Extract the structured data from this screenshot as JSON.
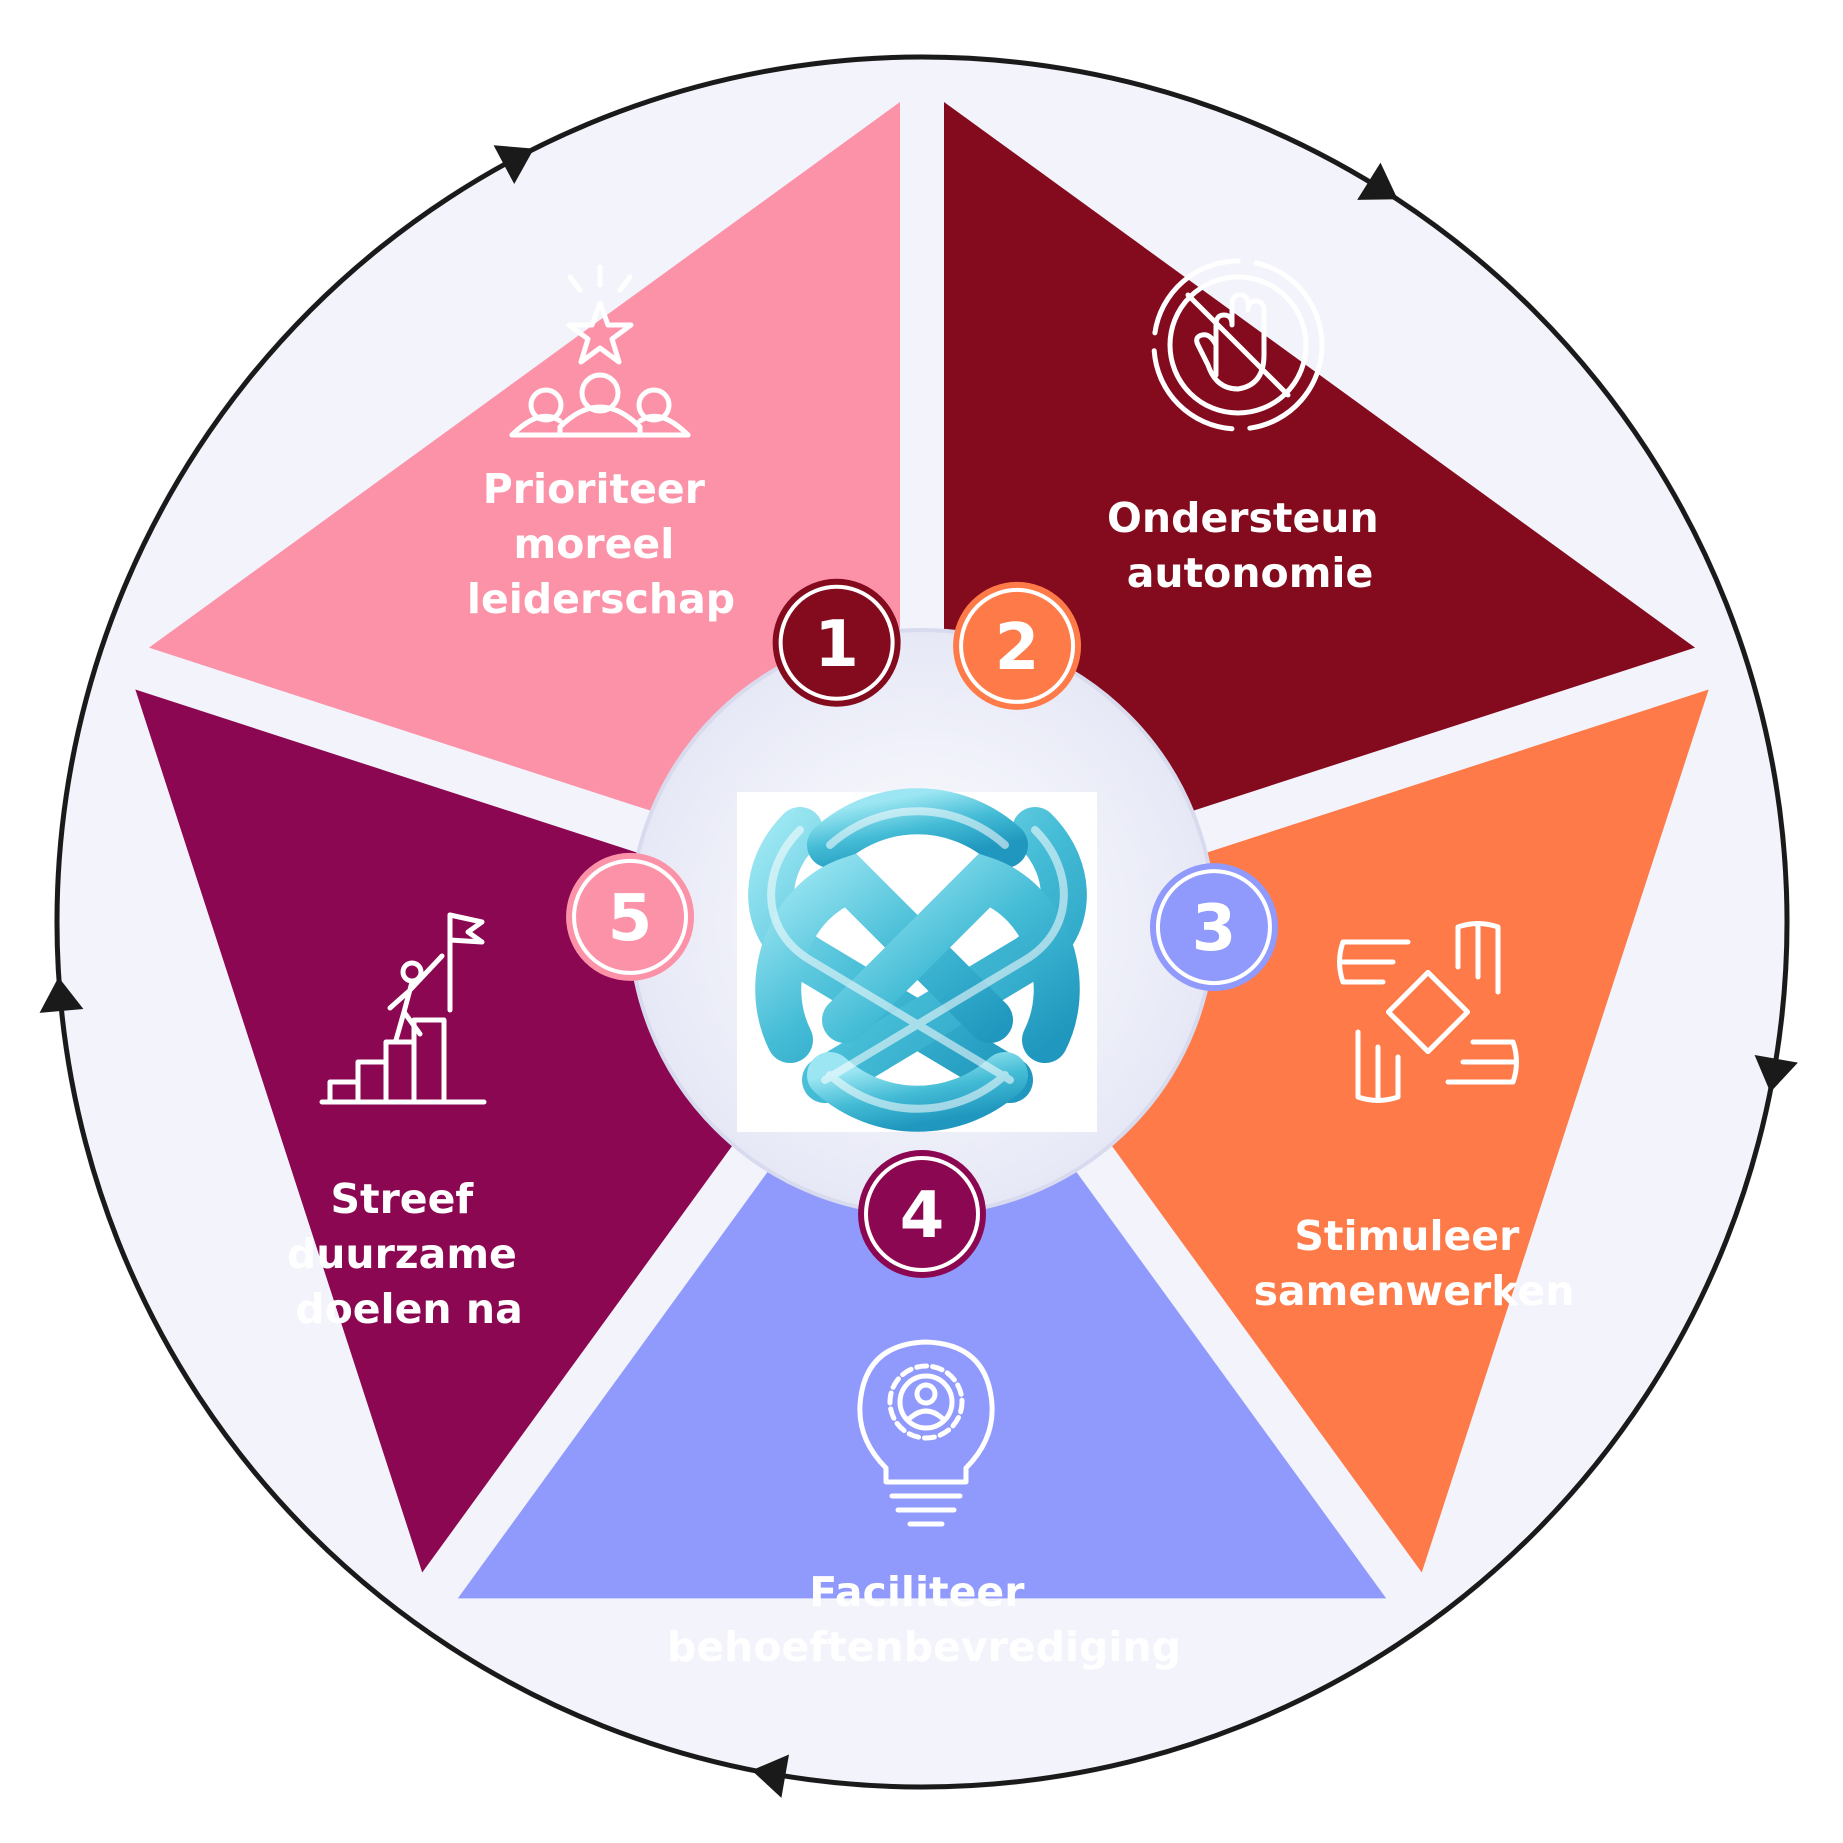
{
  "diagram": {
    "center_logo": "celtic-knot-logo",
    "segments": [
      {
        "number": "1",
        "label_lines": [
          "Prioriteer",
          "moreel",
          "leiderschap"
        ],
        "icon": "team-leader-star-icon",
        "color": "#840B1D"
      },
      {
        "number": "2",
        "label_lines": [
          "Ondersteun",
          "autonomie"
        ],
        "icon": "stop-hand-icon",
        "color": "#FE7A48"
      },
      {
        "number": "3",
        "label_lines": [
          "Stimuleer",
          "samenwerken"
        ],
        "icon": "joined-hands-icon",
        "color": "#9099FC"
      },
      {
        "number": "4",
        "label_lines": [
          "Faciliteer",
          "behoeftenbevrediging"
        ],
        "icon": "lightbulb-gear-icon",
        "color": "#8C0751"
      },
      {
        "number": "5",
        "label_lines": [
          "Streef",
          "duurzame",
          "doelen na"
        ],
        "icon": "climb-to-flag-icon",
        "color": "#FC92A8"
      }
    ],
    "ring_color": "#1a1a1a",
    "hub_color": "#EEF0FB"
  }
}
